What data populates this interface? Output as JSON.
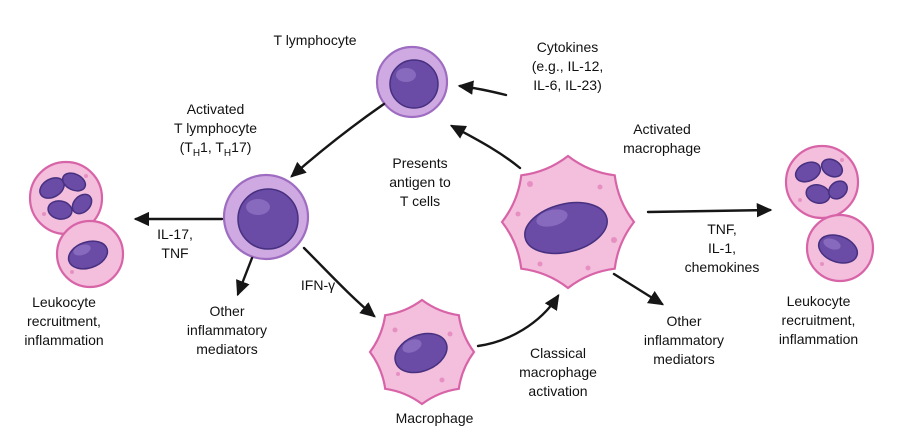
{
  "title": "T lymphocyte / macrophage activation diagram",
  "colors": {
    "background": "#ffffff",
    "text": "#111111",
    "arrow": "#161616",
    "pink_fill": "#f4bedd",
    "pink_stroke": "#d864a8",
    "pink_hi": "#fbdcec",
    "lymph_fill": "#cfaae2",
    "lymph_stroke": "#9e6cc0",
    "nucleus_fill": "#6a4ba6",
    "nucleus_stroke": "#46307f",
    "nucleus_hi": "#9f83d0",
    "speckle": "#e690c2"
  },
  "cells": {
    "t_lymphocyte": "lymphocyte-cell",
    "activated_t_lymphocyte": "activated-lymphocyte-cell",
    "macrophage": "macrophage-cell",
    "activated_macrophage": "activated-macrophage-cell",
    "leukocytes_left": "leukocyte-pair",
    "leukocytes_right": "leukocyte-pair"
  },
  "labels": {
    "t_lymphocyte": {
      "l1": "T lymphocyte"
    },
    "cytokines": {
      "l1": "Cytokines",
      "l2": "(e.g., IL-12,",
      "l3": "IL-6, IL-23)"
    },
    "activated_t": {
      "l1": "Activated",
      "l2": "T lymphocyte",
      "p1": "(T",
      "p2": "H",
      "p3": "1, T",
      "p4": "H",
      "p5": "17)"
    },
    "presents": {
      "l1": "Presents",
      "l2": "antigen to",
      "l3": "T cells"
    },
    "activated_mac": {
      "l1": "Activated",
      "l2": "macrophage"
    },
    "il17_tnf": {
      "l1": "IL-17,",
      "l2": "TNF"
    },
    "leukocyte_left": {
      "l1": "Leukocyte",
      "l2": "recruitment,",
      "l3": "inflammation"
    },
    "other_left": {
      "l1": "Other",
      "l2": "inflammatory",
      "l3": "mediators"
    },
    "ifn_gamma": {
      "l1": "IFN-γ"
    },
    "macrophage": {
      "l1": "Macrophage"
    },
    "classical": {
      "l1": "Classical",
      "l2": "macrophage",
      "l3": "activation"
    },
    "tnf_il1": {
      "l1": "TNF,",
      "l2": "IL-1,",
      "l3": "chemokines"
    },
    "leukocyte_right": {
      "l1": "Leukocyte",
      "l2": "recruitment,",
      "l3": "inflammation"
    },
    "other_right": {
      "l1": "Other",
      "l2": "inflammatory",
      "l3": "mediators"
    }
  }
}
